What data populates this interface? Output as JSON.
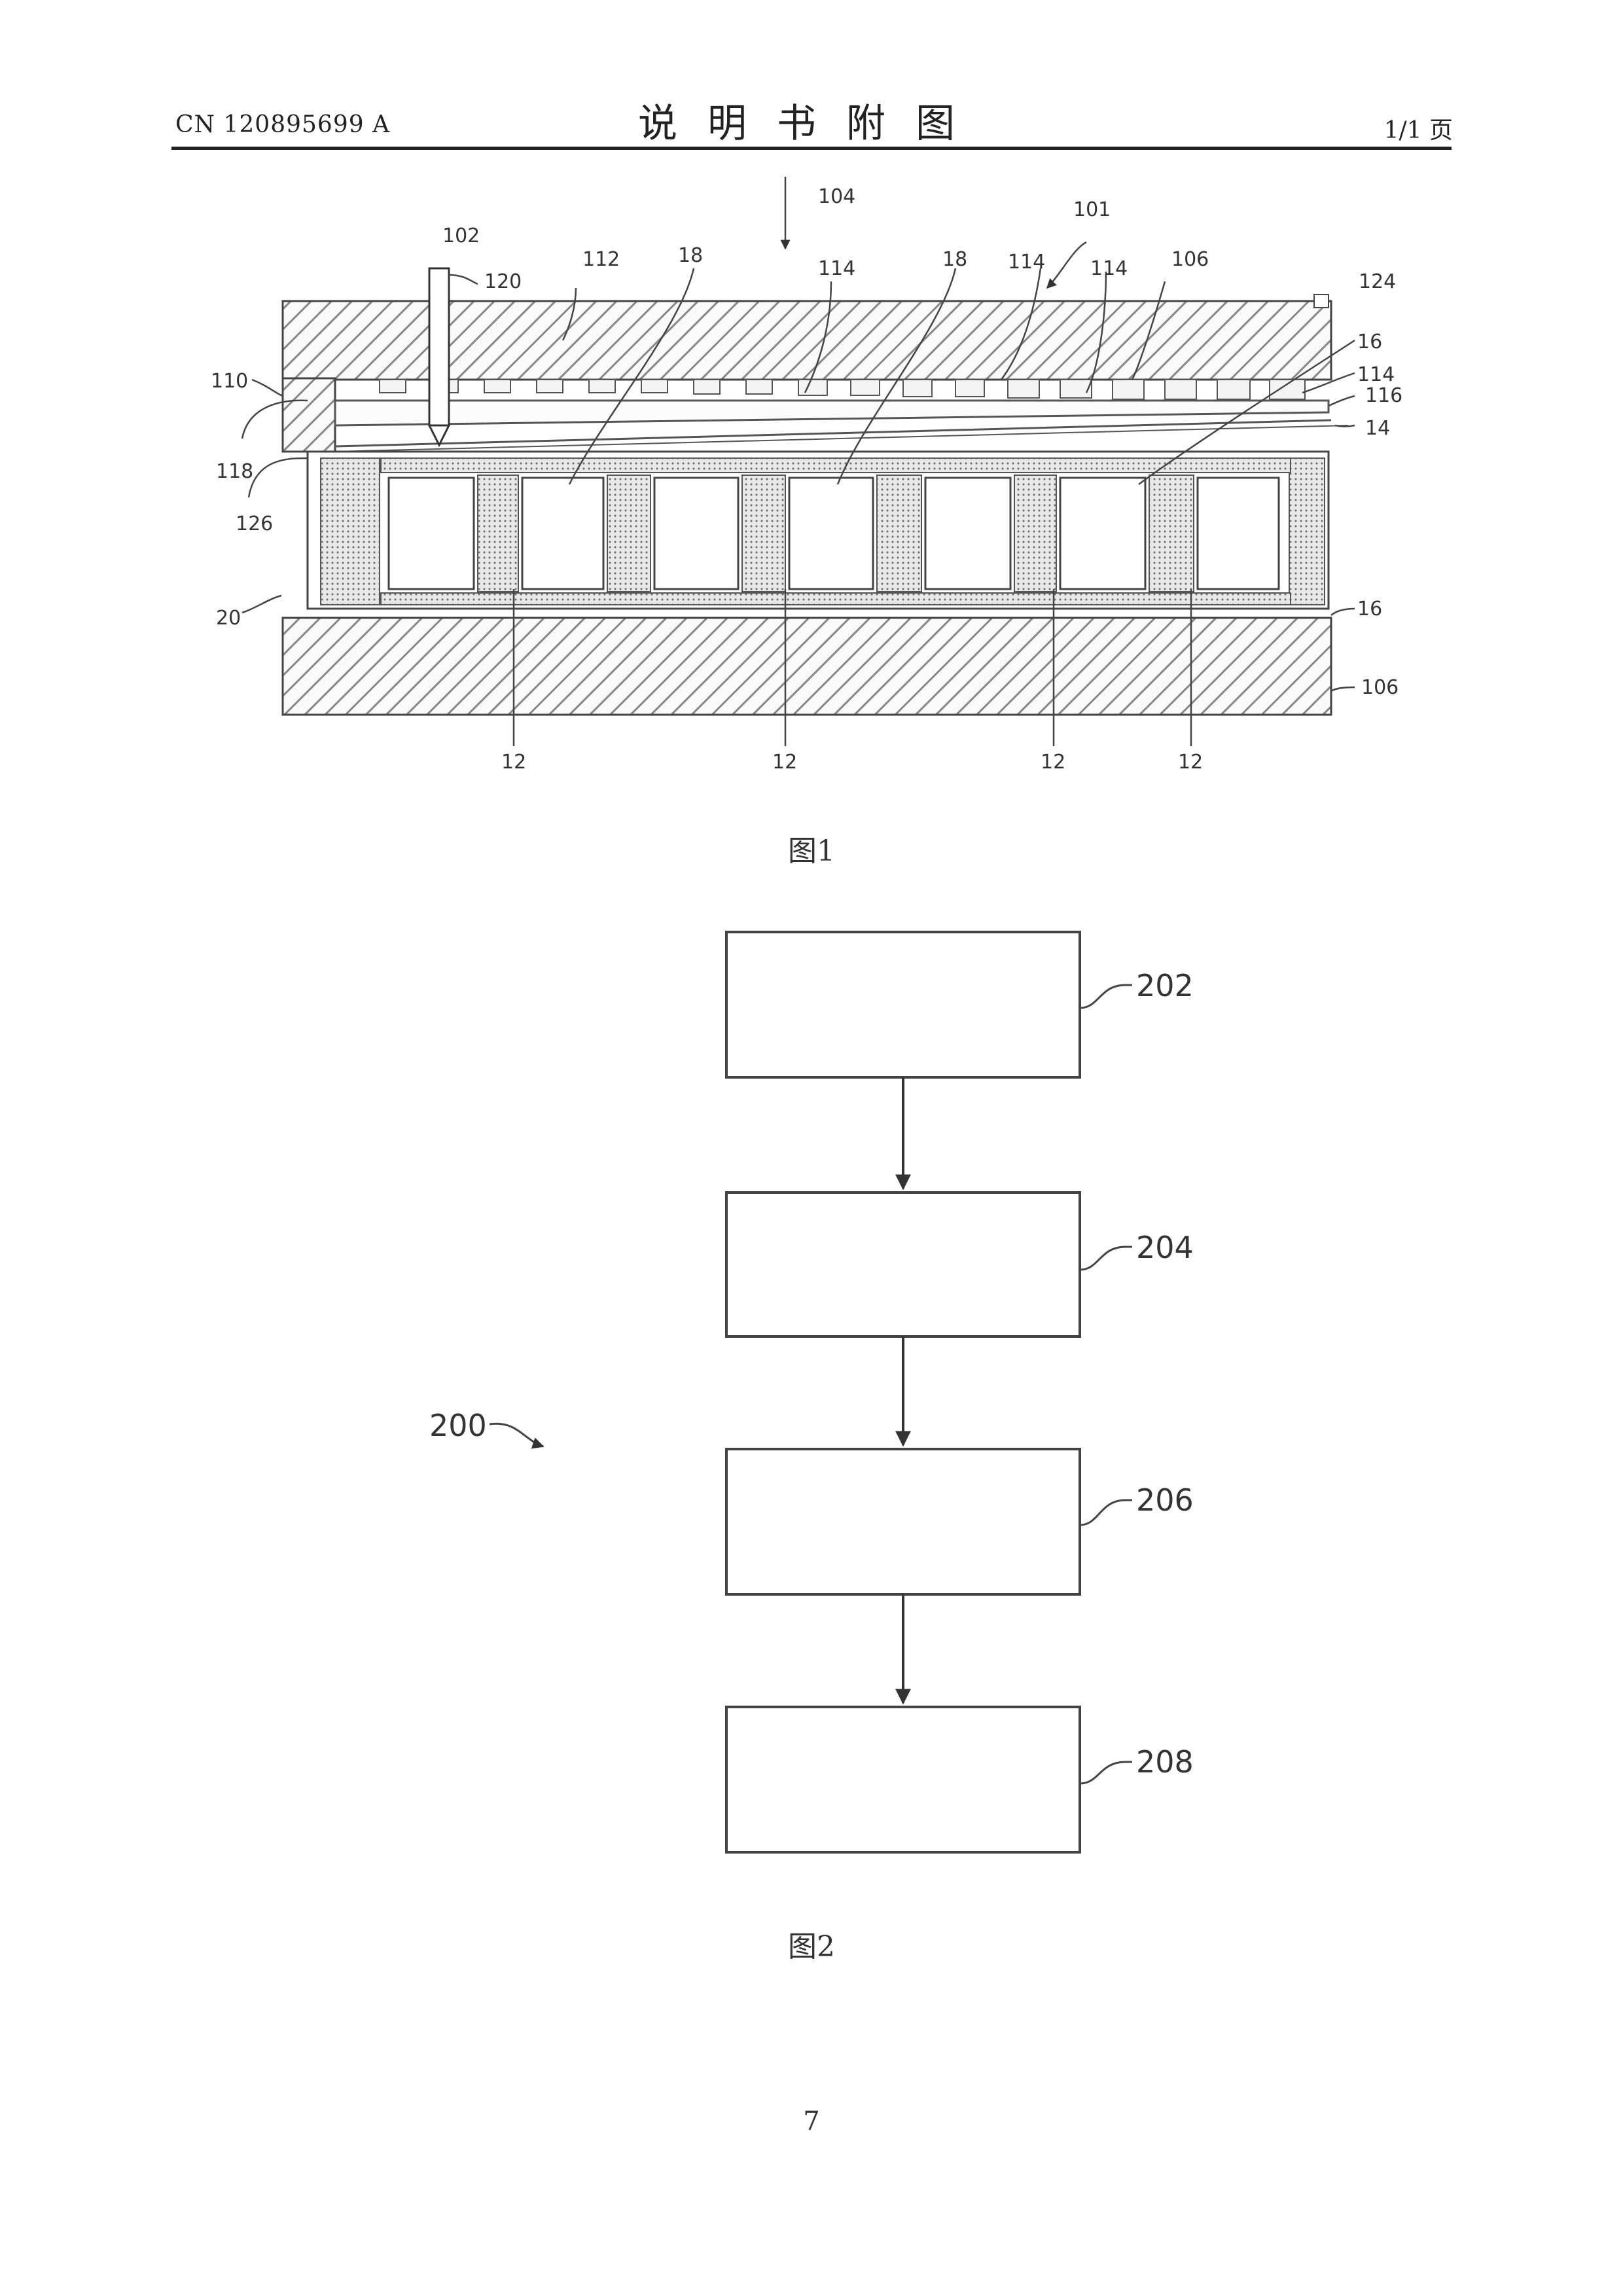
{
  "header": {
    "doc_number": "CN 120895699 A",
    "title": "说明书附图",
    "page_count": "1/1 页"
  },
  "figure1": {
    "caption": "图1",
    "labels": {
      "l104": "104",
      "l101": "101",
      "l102": "102",
      "l120": "120",
      "l112": "112",
      "l18a": "18",
      "l114a": "114",
      "l18b": "18",
      "l114b": "114",
      "l114c": "114",
      "l106a": "106",
      "l124": "124",
      "l110": "110",
      "l16a": "16",
      "l114d": "114",
      "l116": "116",
      "l14": "14",
      "l118": "118",
      "l126": "126",
      "l20": "20",
      "l16b": "16",
      "l106b": "106",
      "l12a": "12",
      "l12b": "12",
      "l12c": "12",
      "l12d": "12"
    }
  },
  "figure2": {
    "caption": "图2",
    "flow_label": "200",
    "steps": [
      "202",
      "204",
      "206",
      "208"
    ]
  },
  "page_number": "7"
}
